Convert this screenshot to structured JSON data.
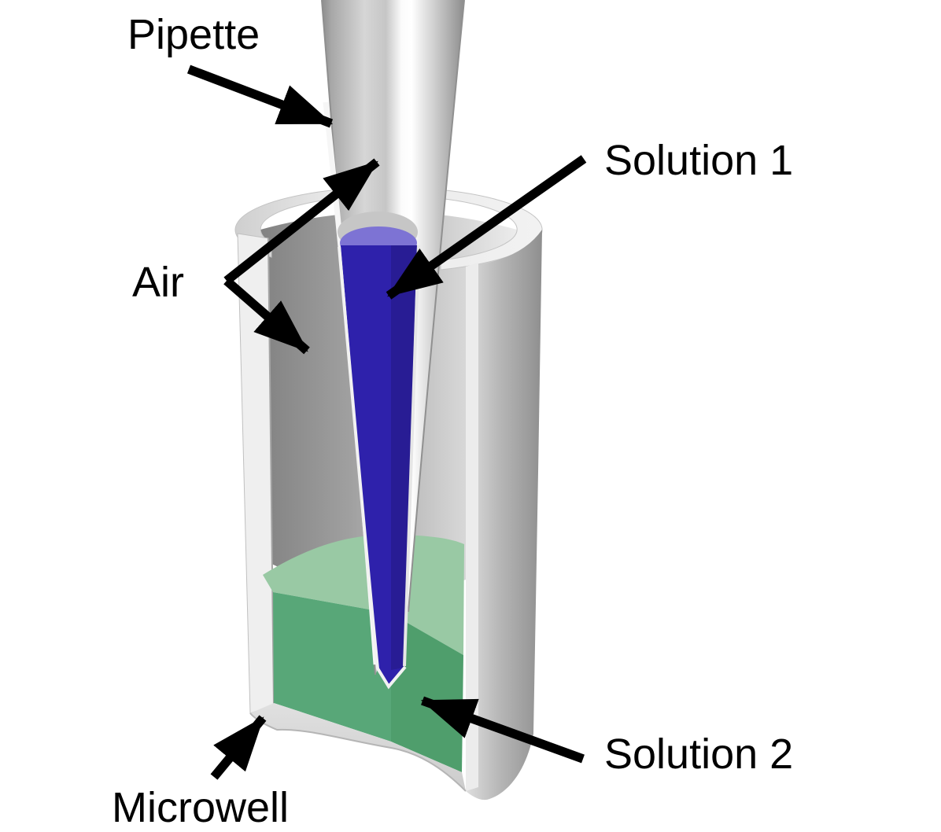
{
  "figure": {
    "labels": {
      "pipette": "Pipette",
      "solution1": "Solution 1",
      "air": "Air",
      "solution2": "Solution 2",
      "microwell": "Microwell"
    },
    "colors": {
      "background": "#ffffff",
      "label_text": "#000000",
      "arrow": "#000000",
      "solution1_body": "#2E21AB",
      "solution1_surface": "#7D73D4",
      "solution2_top": "#99C9A4",
      "solution2_face_left": "#58A778",
      "solution2_face_right": "#4F9E6C",
      "pipette_gray": "#c9c9c9",
      "microwell_gray": "#d9d9d9"
    }
  }
}
